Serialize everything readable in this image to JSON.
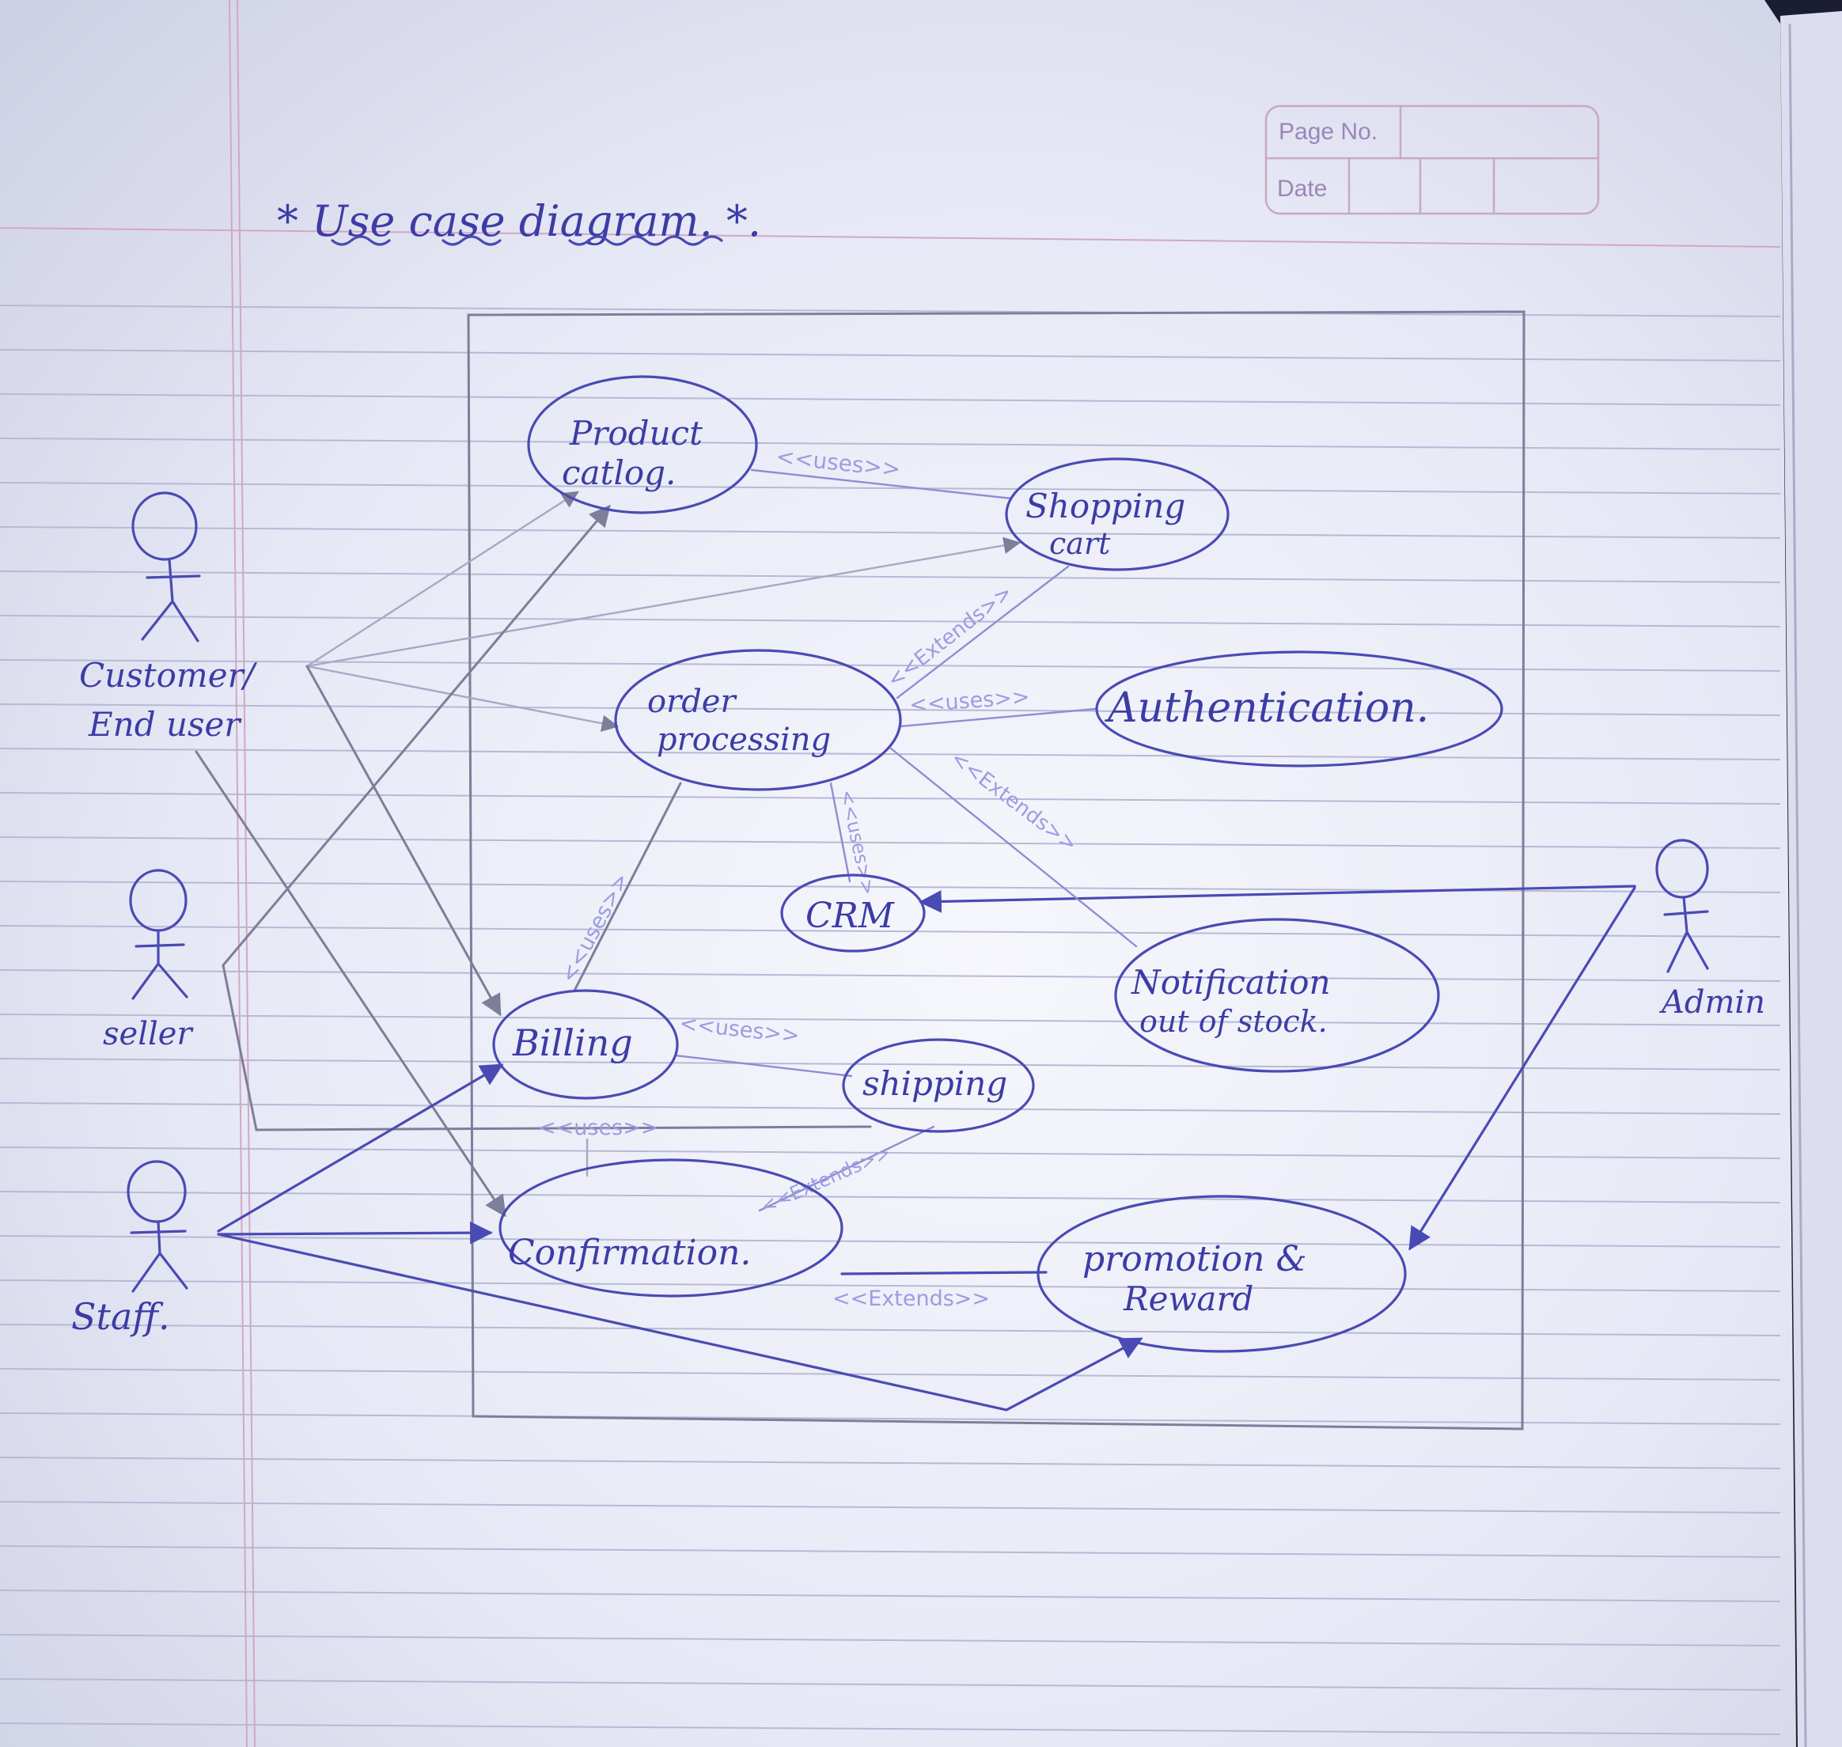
{
  "header": {
    "page_no_label": "Page No.",
    "date_label": "Date"
  },
  "title": "* Use case diagram. *.",
  "actors": [
    {
      "id": "customer",
      "line1": "Customer/",
      "line2": "End user"
    },
    {
      "id": "seller",
      "line1": "seller",
      "line2": ""
    },
    {
      "id": "staff",
      "line1": "Staff.",
      "line2": ""
    },
    {
      "id": "admin",
      "line1": "Admin",
      "line2": ""
    }
  ],
  "use_cases": [
    {
      "id": "product_catalog",
      "line1": "Product",
      "line2": "catlog."
    },
    {
      "id": "shopping_cart",
      "line1": "Shopping",
      "line2": "cart"
    },
    {
      "id": "order_processing",
      "line1": "order",
      "line2": "processing"
    },
    {
      "id": "authentication",
      "line1": "Authentication.",
      "line2": ""
    },
    {
      "id": "crm",
      "line1": "CRM",
      "line2": ""
    },
    {
      "id": "notification",
      "line1": "Notification",
      "line2": "out of stock."
    },
    {
      "id": "billing",
      "line1": "Billing",
      "line2": ""
    },
    {
      "id": "shipping",
      "line1": "shipping",
      "line2": ""
    },
    {
      "id": "confirmation",
      "line1": "Confirmation.",
      "line2": ""
    },
    {
      "id": "promotion",
      "line1": "promotion &",
      "line2": "Reward"
    }
  ],
  "relationships": [
    {
      "id": "catalog_cart",
      "label": "<<uses>>"
    },
    {
      "id": "order_cart",
      "label": "<<Extends>>"
    },
    {
      "id": "order_auth",
      "label": "<<uses>>"
    },
    {
      "id": "order_notification",
      "label": "<<Extends>>"
    },
    {
      "id": "order_crm",
      "label": "<<uses>>"
    },
    {
      "id": "billing_order",
      "label": "<<uses>>"
    },
    {
      "id": "billing_shipping",
      "label": "<<uses>>"
    },
    {
      "id": "seller_shipping",
      "label": "<<uses>>"
    },
    {
      "id": "confirmation_shipping",
      "label": "<<Extends>>"
    },
    {
      "id": "confirmation_promotion",
      "label": "<<Extends>>"
    }
  ],
  "colors": {
    "paper": "#eceef9",
    "ink": "#4a4ab4",
    "pencil": "#7e7e9a",
    "rule_line": "#b7b9d6",
    "margin_line": "#d2a7c4"
  }
}
